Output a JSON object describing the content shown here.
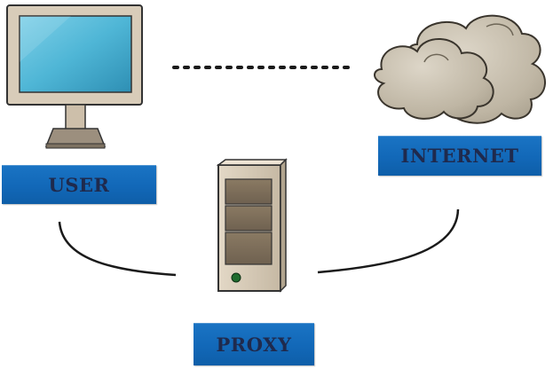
{
  "labels": {
    "user": "USER",
    "internet": "INTERNET",
    "proxy": "PROXY"
  },
  "nodes": [
    {
      "id": "user",
      "icon": "computer-monitor-icon"
    },
    {
      "id": "internet",
      "icon": "cloud-icon"
    },
    {
      "id": "proxy",
      "icon": "server-tower-icon"
    }
  ],
  "connections": [
    {
      "from": "user",
      "to": "internet",
      "style": "dotted"
    },
    {
      "from": "user",
      "to": "proxy",
      "style": "solid"
    },
    {
      "from": "proxy",
      "to": "internet",
      "style": "solid"
    }
  ],
  "colors": {
    "label_fill": "#1268b8",
    "label_text": "#1f2a4d",
    "screen": "#4fb6d6",
    "case": "#d4c8b6",
    "cloud": "#c8c0b0",
    "led": "#1f6b2d",
    "line": "#1a1a1a"
  }
}
